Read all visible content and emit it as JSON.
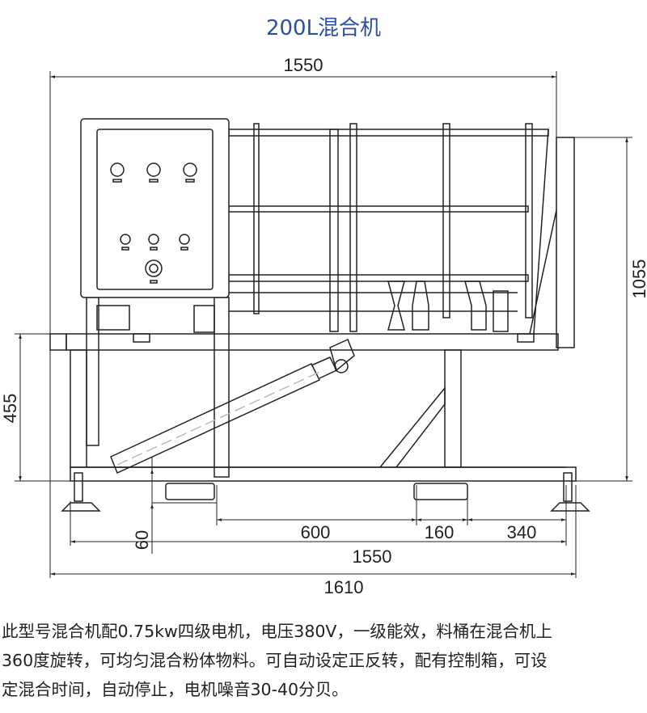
{
  "title": "200L混合机",
  "dimensions": {
    "top_width": "1550",
    "height_total": "1055",
    "frame_height": "455",
    "foot_offset": "60",
    "skid_spacing": "600",
    "skid_width": "160",
    "skid_end": "340",
    "base_length": "1550",
    "overall_length": "1610"
  },
  "description": {
    "line1": "此型号混合机配0.75kw四级电机，电压380V，一级能效，料桶在混合机上",
    "line2": "360度旋转，可均匀混合粉体物料。可自动设定正反转，配有控制箱，可设",
    "line3": "定混合时间，自动停止，电机噪音30-40分贝。"
  }
}
